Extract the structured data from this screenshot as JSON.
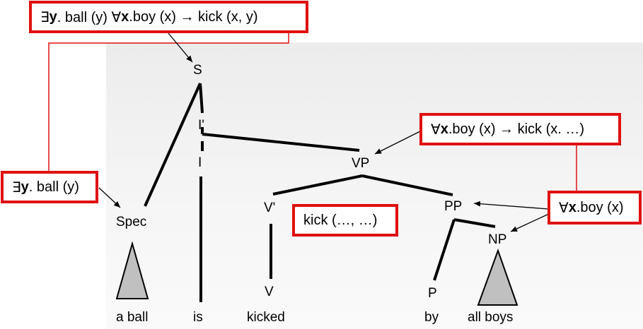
{
  "diagram": {
    "nodes": {
      "s": "S",
      "i_bar": "I'",
      "i": "I",
      "vp": "VP",
      "spec": "Spec",
      "v_bar": "V'",
      "v": "V",
      "pp": "PP",
      "np": "NP",
      "p": "P"
    },
    "words": {
      "a_ball": "a ball",
      "is": "is",
      "kicked": "kicked",
      "by": "by",
      "all_boys": "all boys"
    },
    "formulas": {
      "top": {
        "exists": "∃",
        "var_y": "y",
        "mid": ". ball (y) ∀",
        "var_x": "x",
        "rest": ".boy (x) → kick (x, y)"
      },
      "spec": {
        "exists": "∃",
        "var_y": "y",
        "rest": ". ball (y)"
      },
      "vp": {
        "forall": "∀",
        "var_x": "x",
        "rest": ".boy (x) → kick (x. …)"
      },
      "verb": {
        "text": "kick (…, …)"
      },
      "np": {
        "forall": "∀",
        "var_x": "x",
        "rest": ".boy (x)"
      }
    },
    "colors": {
      "box_border": "#e01010",
      "red_line": "#e01010",
      "tree_line": "#000000",
      "triangle_fill": "#c0c0c0"
    }
  }
}
